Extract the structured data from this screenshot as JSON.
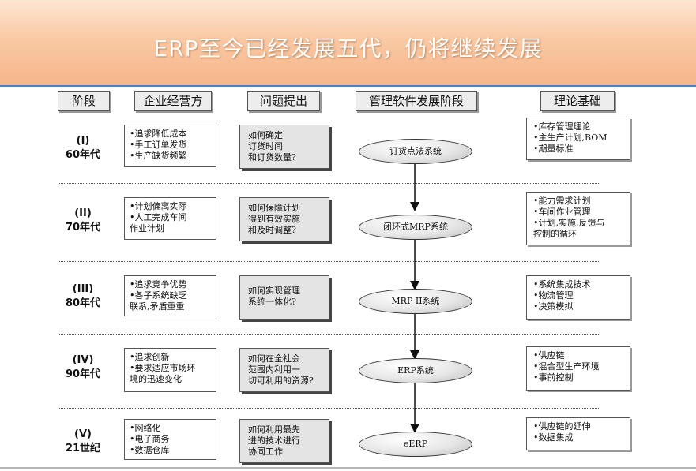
{
  "title": "ERP至今已经发展五代，仍将继续发展",
  "headers": {
    "stage": "阶段",
    "business": "企业经营方",
    "problem": "问题提出",
    "software": "管理软件发展阶段",
    "theory": "理论基础"
  },
  "rows": [
    {
      "roman": "(I)",
      "era": "60年代",
      "business": "•追求降低成本\n•手工订单发货\n•生产缺货频繁",
      "problem": "如何确定\n订货时间\n和订货数量?",
      "software": "订货点法系统",
      "theory": "•库存管理理论\n•主生产计划,BOM\n•期量标准"
    },
    {
      "roman": "(II)",
      "era": "70年代",
      "business": "•计划偏离实际\n•人工完成车间\n作业计划",
      "problem": "如何保障计划\n得到有效实施\n和及时调整?",
      "software": "闭环式MRP系统",
      "theory": "•能力需求计划\n•车间作业管理\n•计划,实施,反馈与\n控制的循环"
    },
    {
      "roman": "(III)",
      "era": "80年代",
      "business": "•追求竞争优势\n•各子系统缺乏\n联系,矛盾重重",
      "problem": "如何实现管理\n系统一体化?",
      "software": "MRP II系统",
      "theory": "•系统集成技术\n•物流管理\n•决策模拟"
    },
    {
      "roman": "(IV)",
      "era": "90年代",
      "business": "•追求创新\n•要求适应市场环\n境的迅速变化",
      "problem": "如何在全社会\n范围内利用一\n切可利用的资源?",
      "software": "ERP系统",
      "theory": "•供应链\n•混合型生产环境\n•事前控制"
    },
    {
      "roman": "(V)",
      "era": "21世纪",
      "business": "•网络化\n•电子商务\n•数据仓库",
      "problem": "如何利用最先\n进的技术进行\n协同工作",
      "software": "eERP",
      "theory": "•供应链的延伸\n•数据集成"
    }
  ]
}
